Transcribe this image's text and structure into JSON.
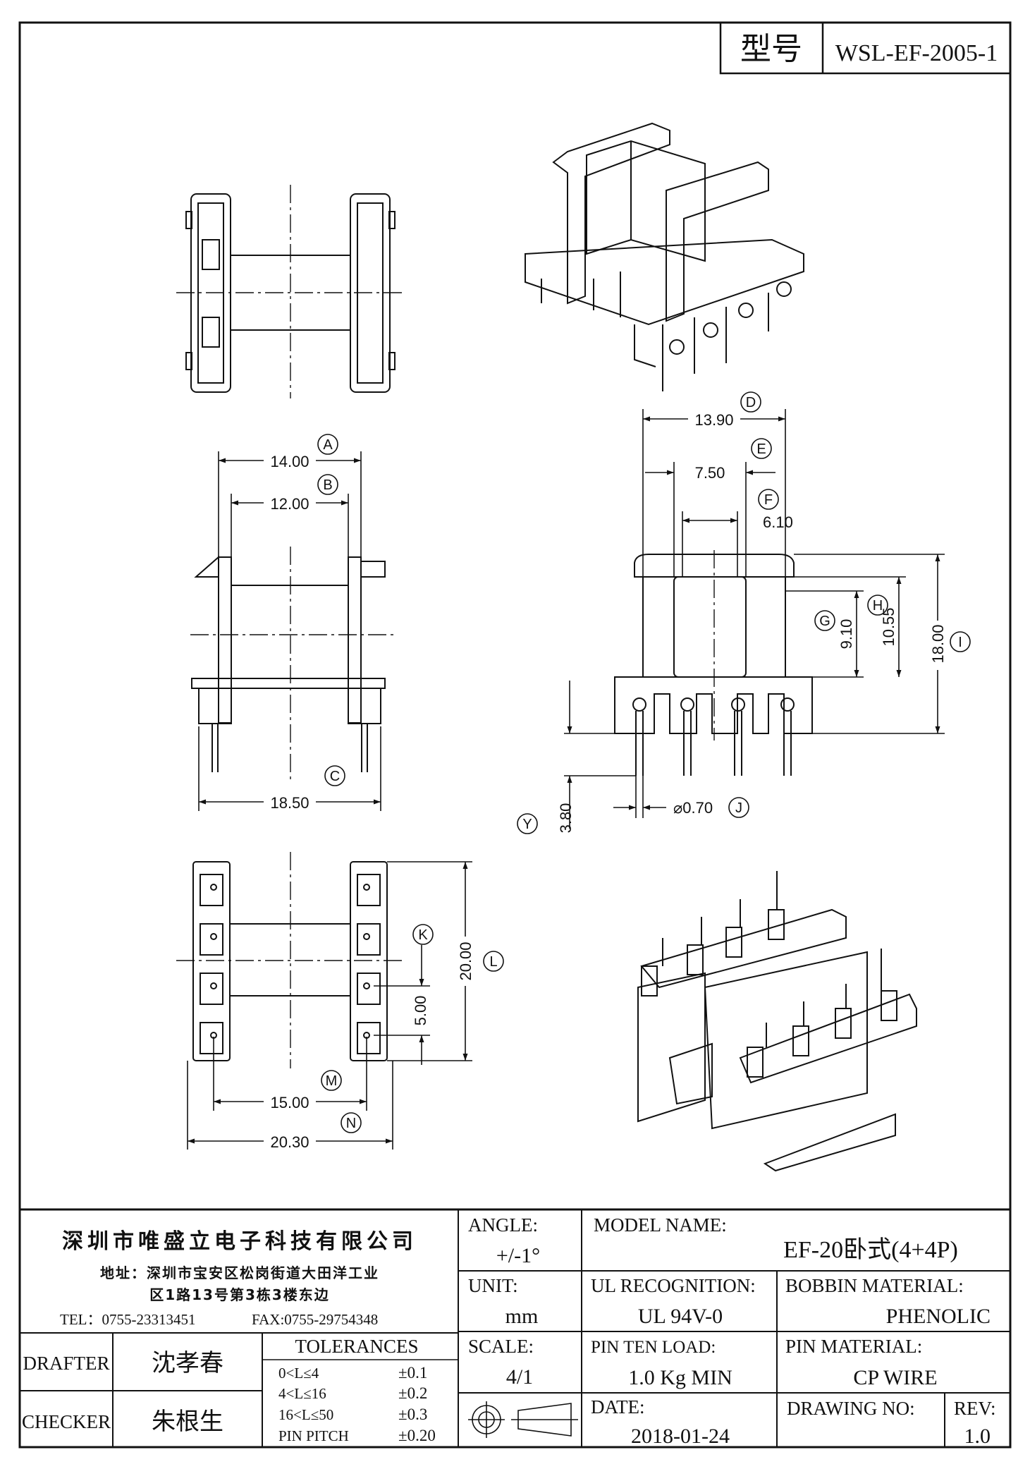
{
  "header": {
    "label": "型号",
    "value": "WSL-EF-2005-1"
  },
  "dimensions": {
    "A": "14.00",
    "B": "12.00",
    "C": "18.50",
    "D": "13.90",
    "E": "7.50",
    "F": "6.10",
    "G": "9.10",
    "H": "10.55",
    "I": "18.00",
    "J": "⌀0.70",
    "Y": "3.80",
    "K": "5.00",
    "L": "20.00",
    "M": "15.00",
    "N": "20.30"
  },
  "balloons": [
    "A",
    "B",
    "C",
    "D",
    "E",
    "F",
    "G",
    "H",
    "I",
    "J",
    "Y",
    "K",
    "L",
    "M",
    "N"
  ],
  "title_block": {
    "company": "深圳市唯盛立电子科技有限公司",
    "address": "地址：深圳市宝安区松岗街道大田洋工业",
    "address2": "区1路13号第3栋3楼东边",
    "tel": "TEL：0755-23313451",
    "fax": "FAX:0755-29754348",
    "drafter_label": "DRAFTER",
    "drafter": "沈孝春",
    "checker_label": "CHECKER",
    "checker": "朱根生",
    "tolerances_title": "TOLERANCES",
    "tolerances": [
      {
        "range": "0<L≤4",
        "value": "±0.1"
      },
      {
        "range": "4<L≤16",
        "value": "±0.2"
      },
      {
        "range": "16<L≤50",
        "value": "±0.3"
      },
      {
        "range": "PIN PITCH",
        "value": "±0.20"
      }
    ],
    "angle_label": "ANGLE:",
    "angle": "+/-1°",
    "unit_label": "UNIT:",
    "unit": "mm",
    "scale_label": "SCALE:",
    "scale": "4/1",
    "model_label": "MODEL NAME:",
    "model": "EF-20卧式(4+4P)",
    "ul_label": "UL RECOGNITION:",
    "ul": "UL 94V-0",
    "bobbin_label": "BOBBIN MATERIAL:",
    "bobbin": "PHENOLIC",
    "pin_load_label": "PIN TEN LOAD:",
    "pin_load": "1.0 Kg MIN",
    "pin_material_label": "PIN MATERIAL:",
    "pin_material": "CP WIRE",
    "date_label": "DATE:",
    "date": "2018-01-24",
    "drawing_no_label": "DRAWING NO:",
    "drawing_no": "",
    "rev_label": "REV:",
    "rev": "1.0"
  }
}
